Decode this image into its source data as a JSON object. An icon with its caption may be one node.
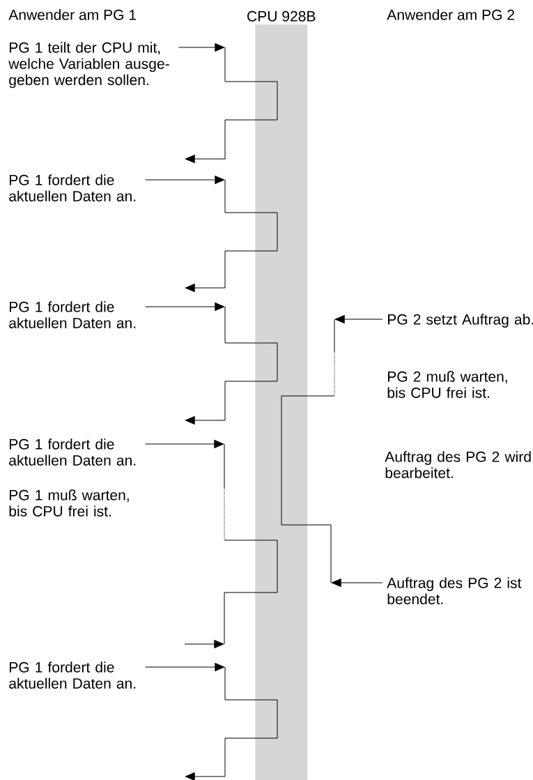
{
  "diagram": {
    "nodes": [
      {
        "text": [
          "CPU 928B"
        ]
      },
      {
        "text": [
          "PG 1 teilt der CPU mit, welche Variablen ausge-geben werden sollen."
        ]
      },
      {
        "text": [
          "PG 1 fordert die aktuellen Daten an."
        ]
      },
      {
        "text": [
          "PG 1 fordert die aktuellen Daten an."
        ]
      },
      {
        "text": [
          "PG 1 fordert die aktuellen Daten an."
        ]
      },
      {
        "text": [
          "PG 1 fordert die aktuellen Daten an."
        ]
      },
      {
        "text": [
          "PG 2 setzt Auftrag ab."
        ]
      },
      {
        "text": [
          "Auftrag des PG 2 ist beendet."
        ]
      }
    ],
    "edges": [
      {
        "from": 1,
        "to": null,
        "arrow": "to"
      },
      {
        "from": 2,
        "to": null,
        "arrow": "to"
      },
      {
        "from": 3,
        "to": null,
        "arrow": "to"
      },
      {
        "from": 4,
        "to": null,
        "arrow": "to"
      },
      {
        "from": 5,
        "to": null,
        "arrow": "to"
      },
      {
        "from": 6,
        "to": null,
        "arrow": "to"
      },
      {
        "from": 7,
        "to": null,
        "arrow": "to"
      }
    ],
    "labels": [
      "Anwender am PG 1",
      "Anwender am PG 2",
      "PG 2 muß warten, bis CPU frei ist.",
      "Auftrag des PG 2 wird bearbeitet.",
      "PG 1 muß warten, bis CPU frei ist."
    ]
  }
}
